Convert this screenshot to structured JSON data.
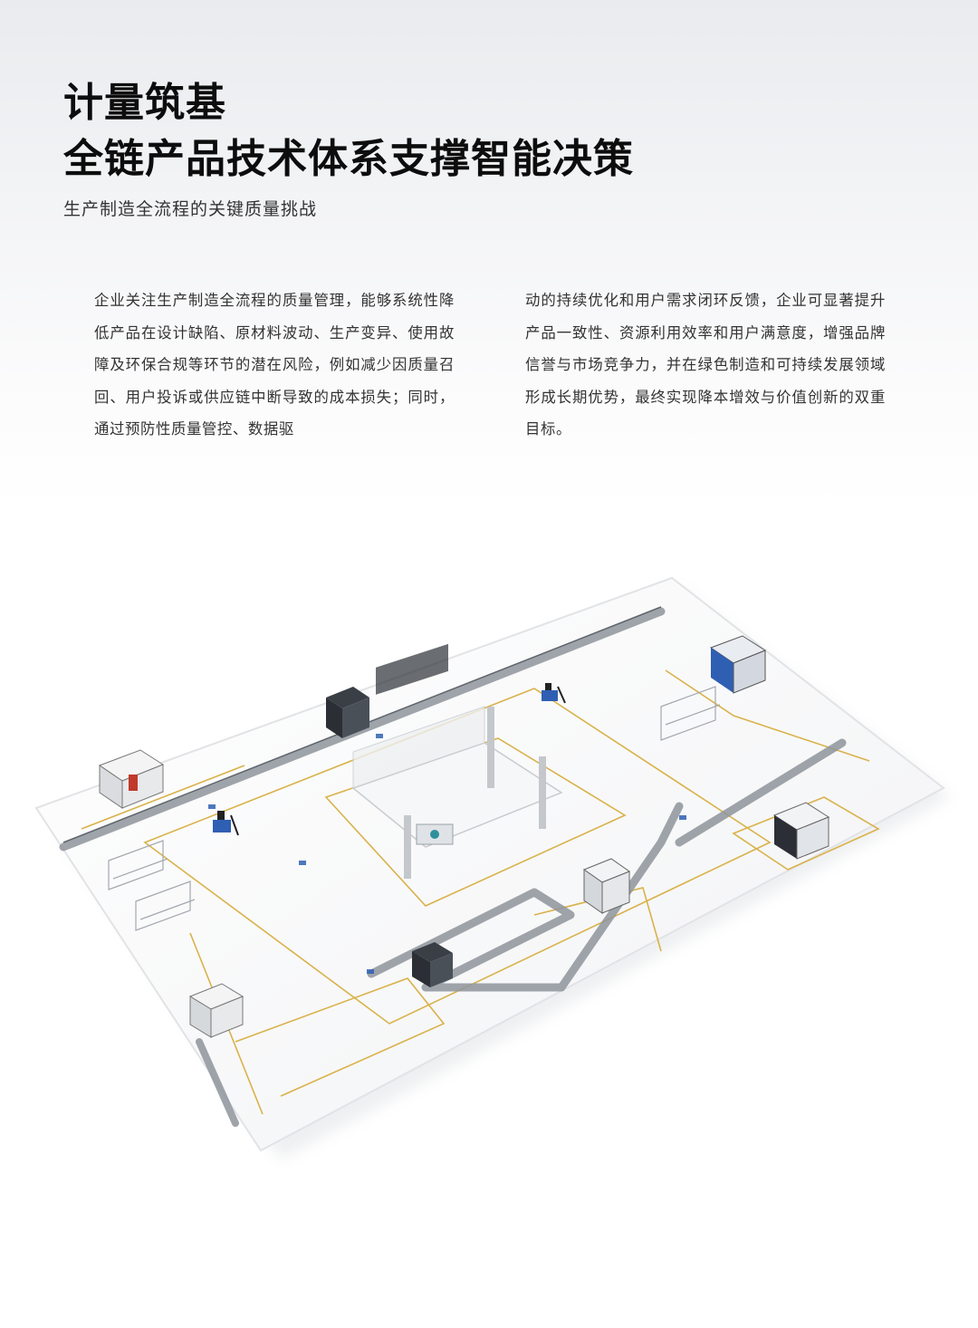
{
  "page": {
    "title_line1": "计量筑基",
    "title_line2": "全链产品技术体系支撑智能决策",
    "subtitle": "生产制造全流程的关键质量挑战",
    "body_left": "企业关注生产制造全流程的质量管理，能够系统性降低产品在设计缺陷、原材料波动、生产变异、使用故障及环保合规等环节的潜在风险，例如减少因质量召回、用户投诉或供应链中断导致的成本损失；同时，通过预防性质量管控、数据驱",
    "body_right": "动的持续优化和用户需求闭环反馈，企业可显著提升产品一致性、资源利用效率和用户满意度，增强品牌信誉与市场竞争力，并在绿色制造和可持续发展领域形成长期优势，最终实现降本增效与价值创新的双重目标。"
  },
  "illustration": {
    "subject": "isometric-smart-factory-floor",
    "colors": {
      "floor": "#fafafa",
      "floor_edge": "#e2e4e7",
      "safety_line": "#d9b24a",
      "conveyor": "#8e949b",
      "machine_body": "#f3f4f5",
      "machine_dark": "#2b2f35",
      "accent_blue": "#2f5fb3",
      "accent_red": "#c0392b"
    }
  }
}
